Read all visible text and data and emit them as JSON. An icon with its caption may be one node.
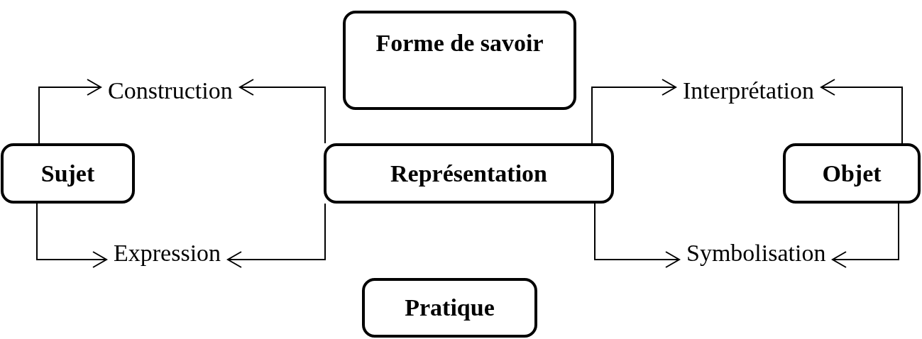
{
  "diagram": {
    "nodes": [
      {
        "text": [
          "Forme de savoir"
        ]
      },
      {
        "text": [
          "Construction"
        ]
      },
      {
        "text": [
          "Interprétation"
        ]
      },
      {
        "text": [
          "Sujet"
        ]
      },
      {
        "text": [
          "Représentation"
        ]
      },
      {
        "text": [
          "Objet"
        ]
      },
      {
        "text": [
          "Expression"
        ]
      },
      {
        "text": [
          "Symbolisation"
        ]
      },
      {
        "text": [
          "Pratique"
        ]
      }
    ],
    "edges": [
      {
        "from": 3,
        "to": 1,
        "arrow": "to"
      },
      {
        "from": 4,
        "to": 1,
        "arrow": "to"
      },
      {
        "from": 4,
        "to": 2,
        "arrow": "to"
      },
      {
        "from": 5,
        "to": 2,
        "arrow": "to"
      },
      {
        "from": 3,
        "to": 6,
        "arrow": "to"
      },
      {
        "from": 4,
        "to": 6,
        "arrow": "to"
      },
      {
        "from": 4,
        "to": 7,
        "arrow": "to"
      },
      {
        "from": 5,
        "to": 7,
        "arrow": "to"
      }
    ]
  }
}
